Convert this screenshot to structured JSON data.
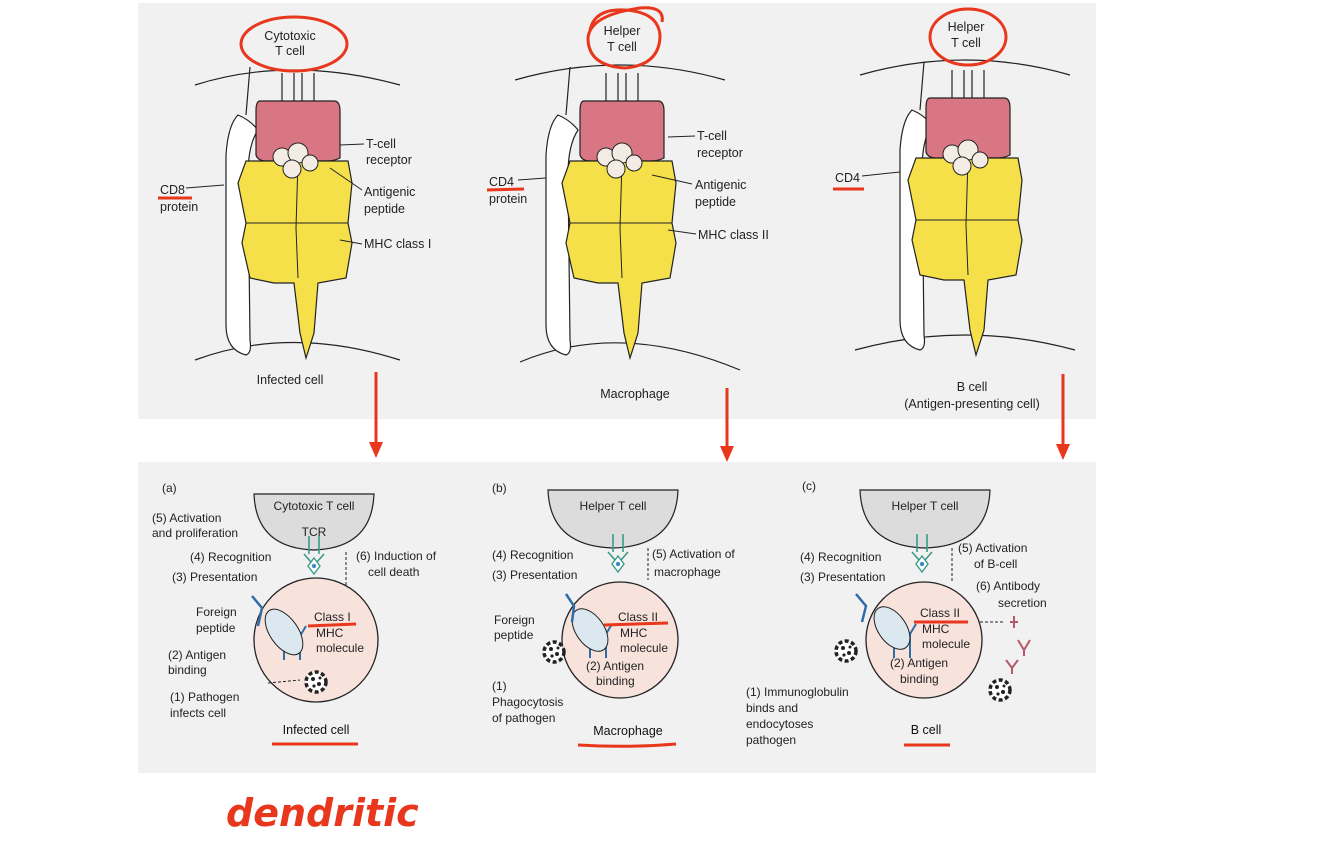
{
  "top": {
    "panels": [
      {
        "cell_name": [
          "Cytotoxic",
          "T cell"
        ],
        "coreceptor": "CD8",
        "coreceptor_suffix": "protein",
        "label_tcr": [
          "T-cell",
          "receptor"
        ],
        "label_peptide": [
          "Antigenic",
          "peptide"
        ],
        "label_mhc": "MHC class I",
        "target_cell": "Infected cell"
      },
      {
        "cell_name": [
          "Helper",
          "T cell"
        ],
        "coreceptor": "CD4",
        "coreceptor_suffix": "protein",
        "label_tcr": [
          "T-cell",
          "receptor"
        ],
        "label_peptide": [
          "Antigenic",
          "peptide"
        ],
        "label_mhc": "MHC class II",
        "target_cell": "Macrophage"
      },
      {
        "cell_name": [
          "Helper",
          "T cell"
        ],
        "coreceptor": "CD4",
        "target_cell": [
          "B cell",
          "(Antigen-presenting cell)"
        ]
      }
    ]
  },
  "bottom": {
    "panels": [
      {
        "letter": "(a)",
        "t_cell": "Cytotoxic  T cell",
        "tcr": "TCR",
        "steps": {
          "s5": [
            "(5) Activation",
            "and proliferation"
          ],
          "s4": "(4) Recognition",
          "s3": "(3) Presentation",
          "s6": [
            "(6) Induction of",
            "cell death"
          ],
          "foreign": [
            "Foreign",
            "peptide"
          ],
          "s2": [
            "(2) Antigen",
            "binding"
          ],
          "s1": [
            "(1) Pathogen",
            "infects cell"
          ]
        },
        "mhc": [
          "Class I",
          "MHC",
          "molecule"
        ],
        "cell": "Infected cell"
      },
      {
        "letter": "(b)",
        "t_cell": "Helper  T cell",
        "steps": {
          "s4": "(4) Recognition",
          "s3": "(3) Presentation",
          "s5": [
            "(5) Activation of",
            "macrophage"
          ],
          "foreign": [
            "Foreign",
            "peptide"
          ],
          "s2": [
            "(2) Antigen",
            "binding"
          ],
          "s1": [
            "(1)",
            "Phagocytosis",
            "of pathogen"
          ]
        },
        "mhc": [
          "Class II",
          "MHC",
          "molecule"
        ],
        "cell": "Macrophage"
      },
      {
        "letter": "(c)",
        "t_cell": "Helper  T cell",
        "steps": {
          "s4": "(4) Recognition",
          "s3": "(3) Presentation",
          "s5": [
            "(5) Activation",
            "of B-cell"
          ],
          "s6": [
            "(6) Antibody",
            "secretion"
          ],
          "s2": [
            "(2) Antigen",
            "binding"
          ],
          "s1": [
            "(1) Immunoglobulin",
            "binds and",
            "endocytoses",
            "pathogen"
          ]
        },
        "mhc": [
          "Class II",
          "MHC",
          "molecule"
        ],
        "cell": "B cell"
      }
    ]
  },
  "handwriting": "dendritic",
  "colors": {
    "annotation_red": "#e8371c",
    "mhc_yellow": "#f5e04a",
    "tcr_pink": "#d97683",
    "cell_peach": "#f8e3dc",
    "panel_gray": "#f1f1f1"
  }
}
